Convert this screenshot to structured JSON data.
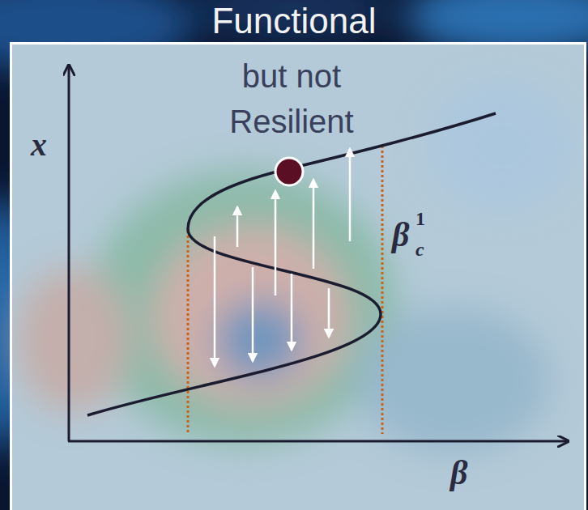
{
  "diagram": {
    "title": "Functional",
    "labels": [
      "but not Resilient",
      "x",
      "β",
      "1",
      "c",
      "β"
    ]
  }
}
